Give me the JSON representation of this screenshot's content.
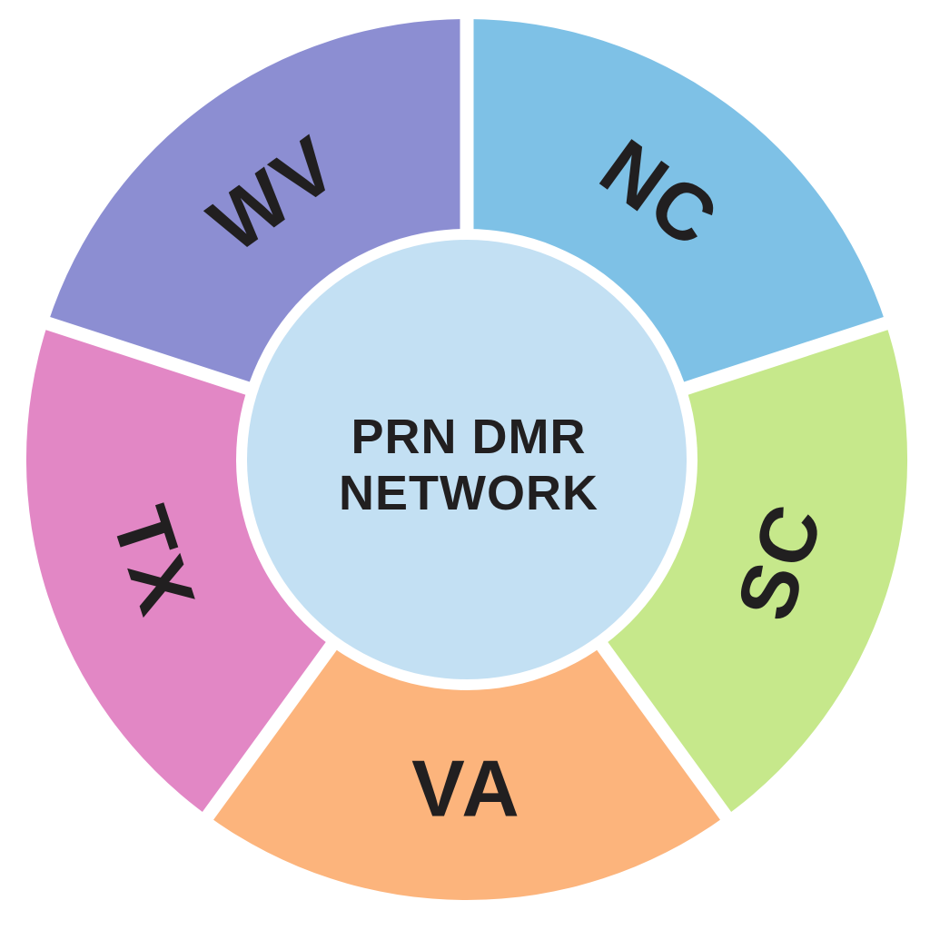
{
  "diagram": {
    "type": "circular-hub-diagram",
    "center": {
      "line1": "PRN DMR",
      "line2": "NETWORK"
    },
    "colors": {
      "background": "#ffffff",
      "hub_fill": "#c3e0f3",
      "gap": "#ffffff",
      "label_text": "#211f20"
    },
    "segments": [
      {
        "label": "NC",
        "color": "#7ec1e6",
        "start_angle": 0,
        "end_angle": 72,
        "label_rotation": 36
      },
      {
        "label": "SC",
        "color": "#c6e88b",
        "start_angle": 72,
        "end_angle": 144,
        "label_rotation": -72
      },
      {
        "label": "VA",
        "color": "#fcb47c",
        "start_angle": 144,
        "end_angle": 216,
        "label_rotation": 0
      },
      {
        "label": "TX",
        "color": "#e287c5",
        "start_angle": 216,
        "end_angle": 288,
        "label_rotation": 72
      },
      {
        "label": "WV",
        "color": "#8c8ed2",
        "start_angle": 288,
        "end_angle": 360,
        "label_rotation": -36
      }
    ]
  }
}
